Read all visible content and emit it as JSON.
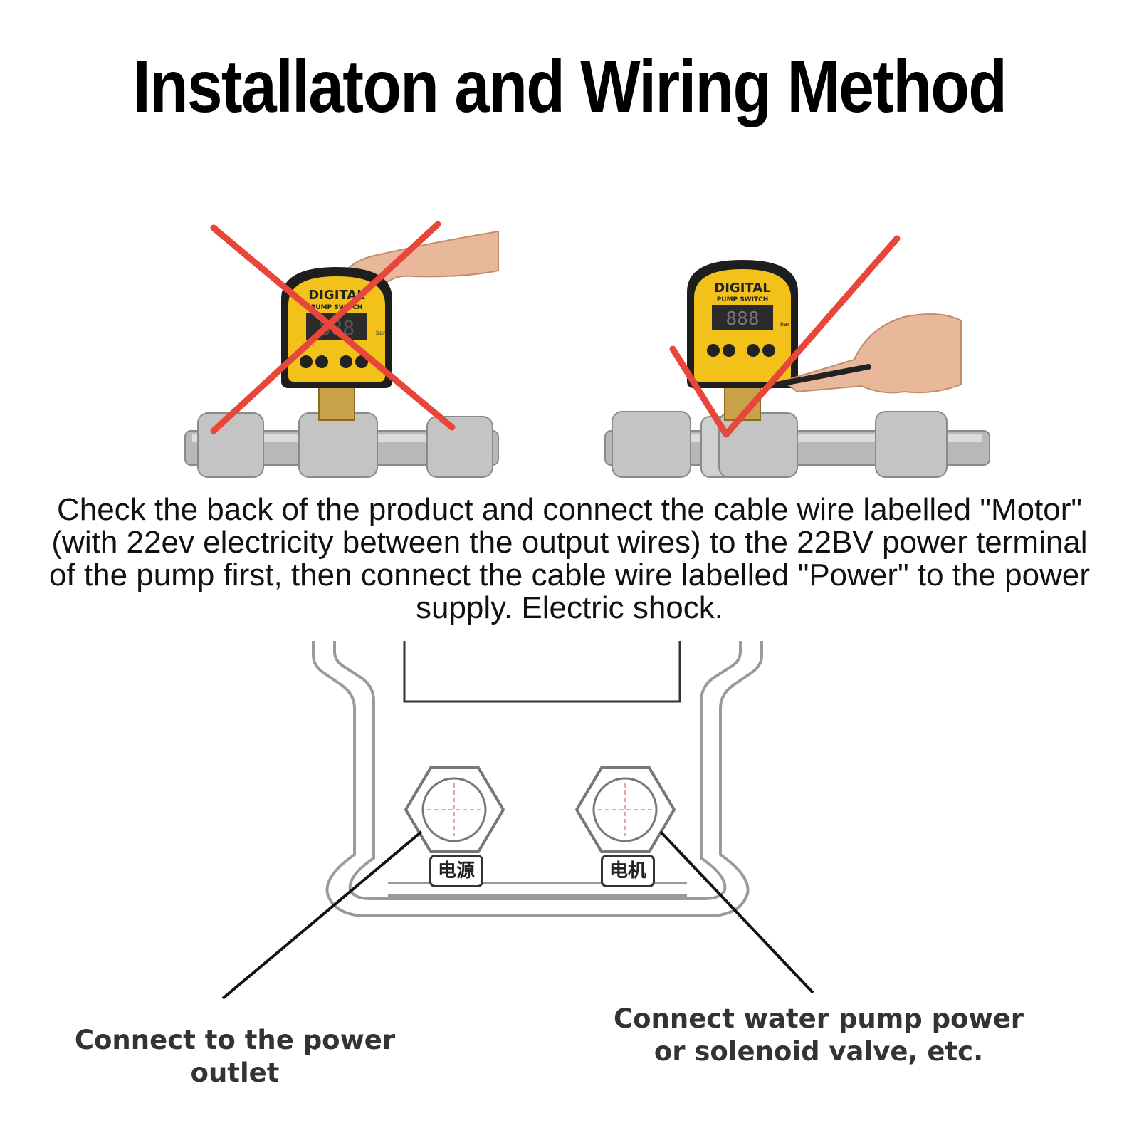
{
  "title": "Installaton and Wiring Method",
  "photos": {
    "wrong": {
      "device_brand_line1": "DIGITAL",
      "device_brand_line2": "PUMP SWITCH",
      "display": "888",
      "unit": "bar"
    },
    "right": {
      "device_brand_line1": "DIGITAL",
      "device_brand_line2": "PUMP SWITCH",
      "display": "888",
      "unit": "bar"
    }
  },
  "instructions": "Check the back of the product and connect the cable wire labelled \"Motor\" (with 22ev electricity between the output wires) to the 22BV power terminal of the pump first, then connect the cable wire labelled \"Power\" to the power supply. Electric shock.",
  "diagram": {
    "left_port_label": "电源",
    "right_port_label": "电机",
    "left_caption": "Connect to the power outlet",
    "right_caption": "Connect water pump power or solenoid valve, etc."
  },
  "colors": {
    "mark": "#e8463a",
    "device": "#f2c21b",
    "pipe": "#b8b8b8"
  }
}
